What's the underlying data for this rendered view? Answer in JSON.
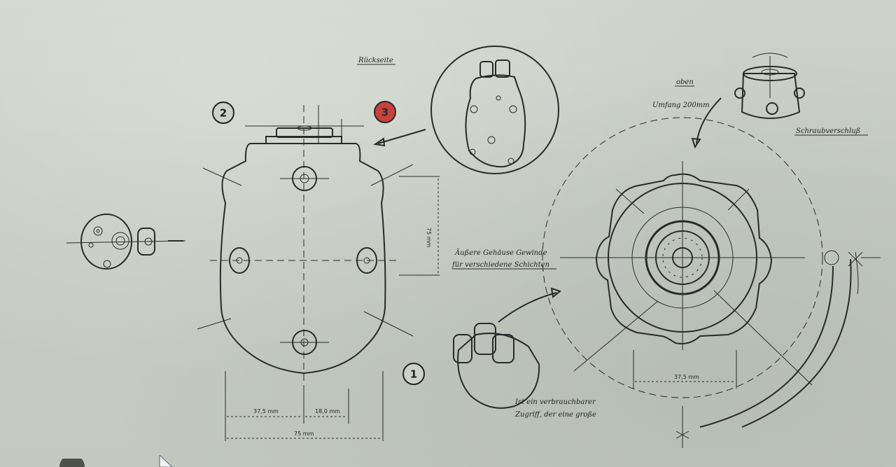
{
  "scene": {
    "paper_color": "#c9cfc6",
    "ink_color": "#2a2a2a",
    "highlight_color": "#c8413c"
  },
  "callouts": [
    {
      "id": "1",
      "label": "1",
      "state": "normal"
    },
    {
      "id": "2",
      "label": "2",
      "state": "normal"
    },
    {
      "id": "3",
      "label": "3",
      "state": "active"
    }
  ],
  "annotations": {
    "top_label": "Rückseite",
    "mid_note_line1": "Äußere Gehäuse Gewinde",
    "mid_note_line2": "für verschiedene Schichten",
    "bottom_note_line1": "Ist ein verbrauchbarer",
    "bottom_note_line2": "Zugriff, der eine große",
    "right_top_label": "oben",
    "right_top_note": "Umfang 200mm",
    "right_side_label": "Schraubverschluß"
  },
  "dimensions": {
    "side_height": "75 mm",
    "bottom_left": "37,5 mm",
    "bottom_middle": "18,0 mm",
    "bottom_total": "75 mm",
    "right_width": "37,5 mm"
  },
  "controls": {
    "info_icon": "info-icon",
    "cursor_icon": "cursor-arrow-icon"
  }
}
